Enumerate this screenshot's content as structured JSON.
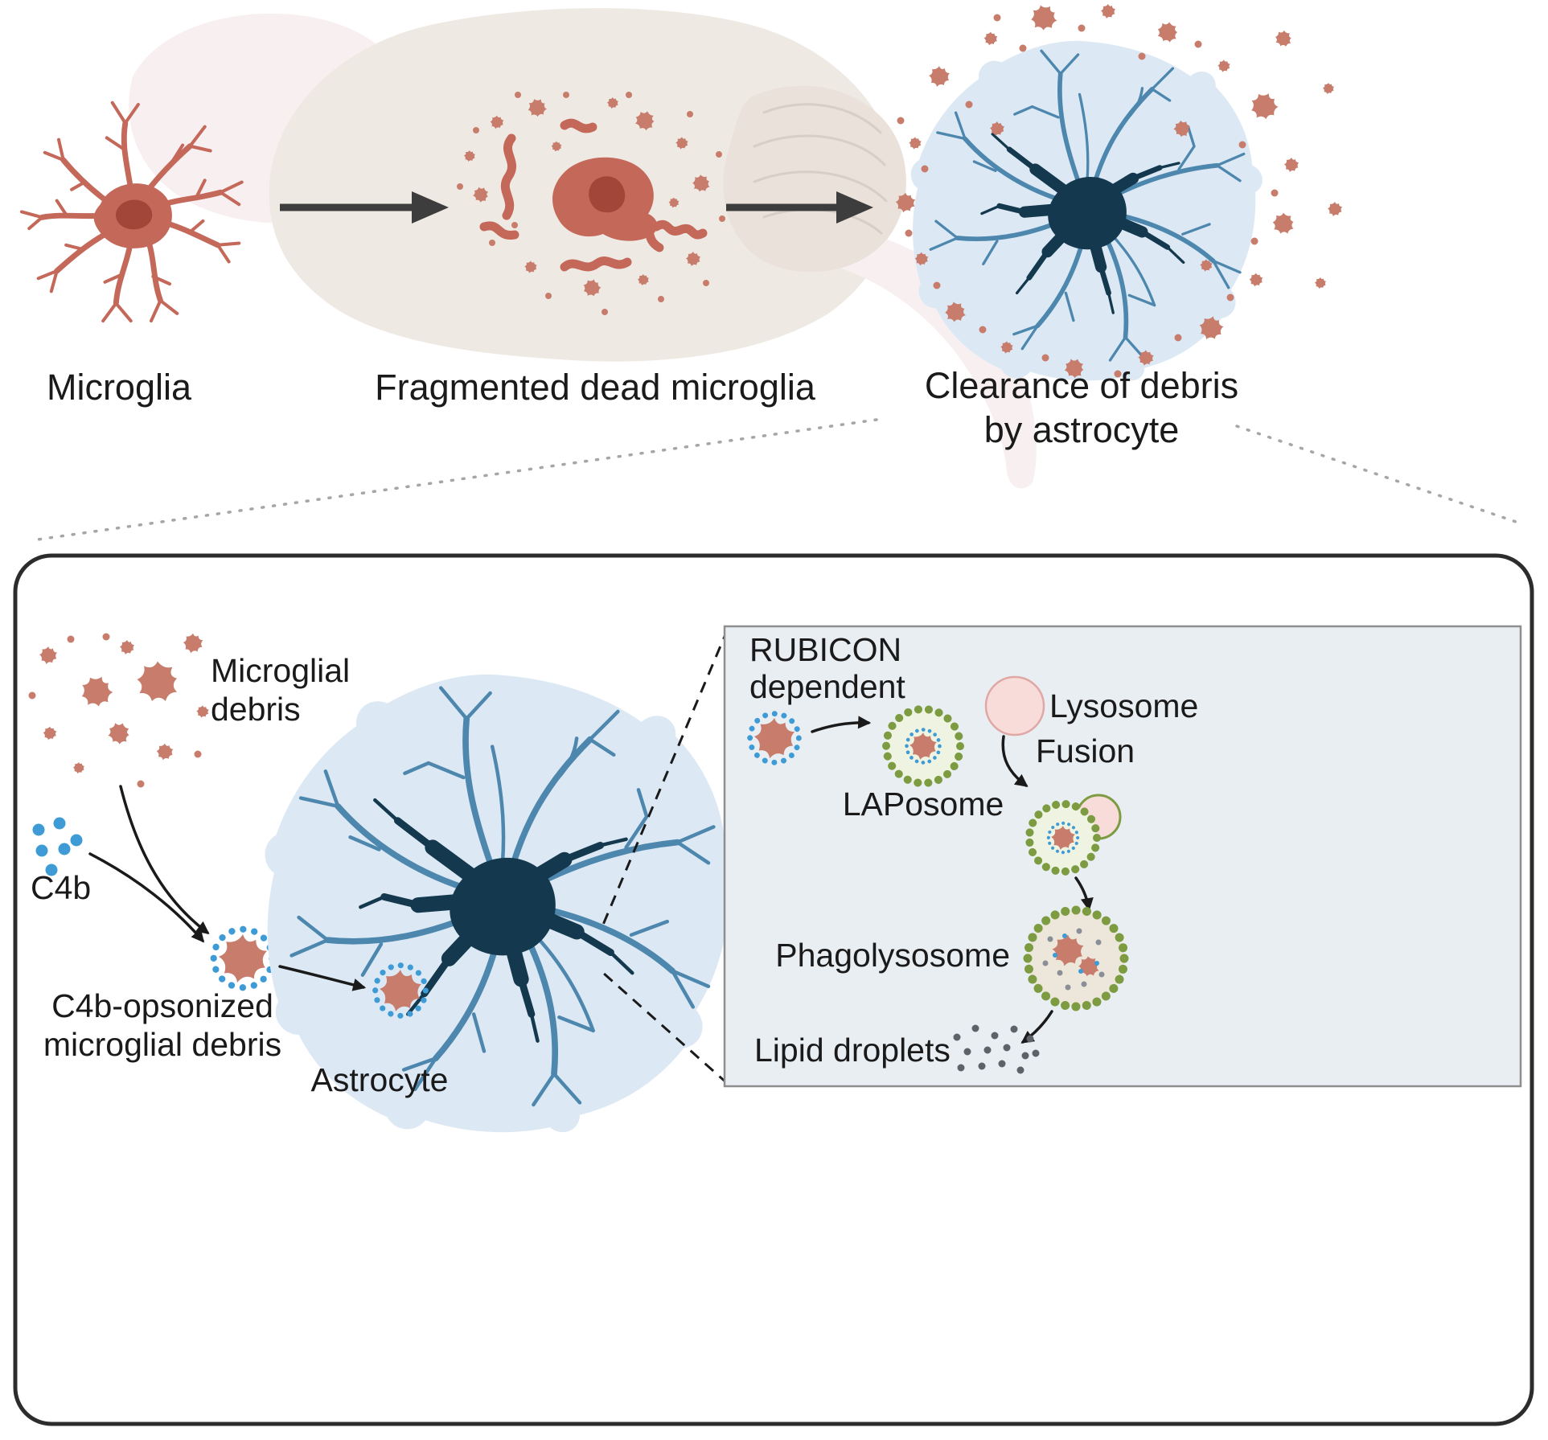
{
  "figure": {
    "top_row": {
      "microglia_label": "Microglia",
      "fragmented_label": "Fragmented dead microglia",
      "clearance_label_line1": "Clearance of debris",
      "clearance_label_line2": "by astrocyte"
    },
    "detail_panel": {
      "microglial_debris_line1": "Microglial",
      "microglial_debris_line2": "debris",
      "c4b_label": "C4b",
      "opsonized_label_line1": "C4b-opsonized",
      "opsonized_label_line2": "microglial debris",
      "astrocyte_label": "Astrocyte",
      "inset": {
        "rubicon_line1": "RUBICON",
        "rubicon_line2": "dependent",
        "lysosome_label": "Lysosome",
        "fusion_label": "Fusion",
        "laposome_label": "LAPosome",
        "phagolysosome_label": "Phagolysosome",
        "lipid_droplets_label": "Lipid droplets"
      }
    }
  },
  "colors": {
    "microglia_red": "#c4685a",
    "debris_red": "#c77c6c",
    "debris_dark": "#a2463a",
    "astrocyte_dark": "#14394f",
    "astrocyte_mid": "#4d87ae",
    "astrocyte_halo": "#dce9f4",
    "c4b_blue": "#3e9bd5",
    "membrane_green": "#7d9c42",
    "laposome_fill": "#eff3e1",
    "lysosome_pink": "#f8dcda",
    "lysosome_stroke": "#dfa8a5",
    "phagolysosome_fill": "#ece7da",
    "brain_fill": "#efe9e3",
    "brain_pink": "#f8eff0",
    "brain_shade": "#e9e1da",
    "arrow_dark": "#3d3d3d",
    "text_color": "#1a1a1a",
    "lipid_gray": "#5d6269",
    "panel_border": "#2c2c2c",
    "inset_fill": "#e9eef3"
  }
}
